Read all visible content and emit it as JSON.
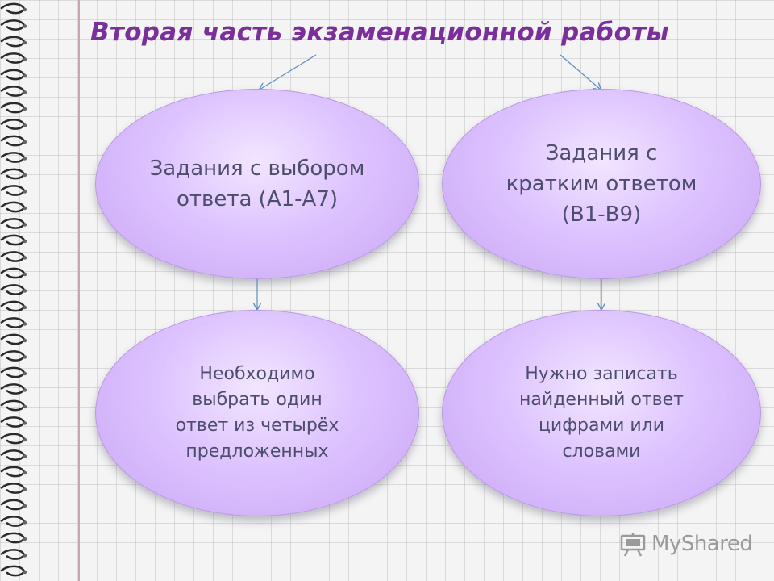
{
  "title": "Вторая часть экзаменационной работы",
  "nodes": {
    "choice": "Задания с выбором ответа (А1-А7)",
    "short": "Задания с кратким ответом (В1-В9)",
    "choice_desc": "Необходимо выбрать один ответ из четырёх предложенных",
    "short_desc": "Нужно записать найденный ответ цифрами или словами"
  },
  "logo": {
    "text": "MyShared",
    "icon": "presentation-board-icon"
  },
  "colors": {
    "title": "#7a2f9a",
    "ellipse_fill": "#ddc3ff",
    "ellipse_text": "#4d4d6d",
    "arrow": "#5b8fc7"
  }
}
